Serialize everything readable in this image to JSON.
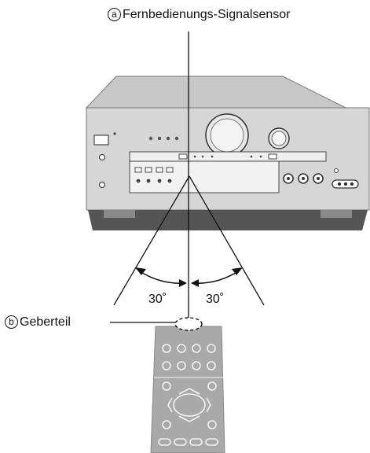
{
  "labels": {
    "sensor_marker": "a",
    "sensor_text": "Fernbedienungs-Signalsensor",
    "emitter_marker": "b",
    "emitter_text": "Geberteil",
    "angle_left": "30˚",
    "angle_right": "30˚"
  },
  "colors": {
    "line": "#111111",
    "receiver_body": "#d6d6d6",
    "receiver_shade": "#b5b5b5",
    "receiver_base": "#555555",
    "remote_body": "#a9a9a9"
  }
}
